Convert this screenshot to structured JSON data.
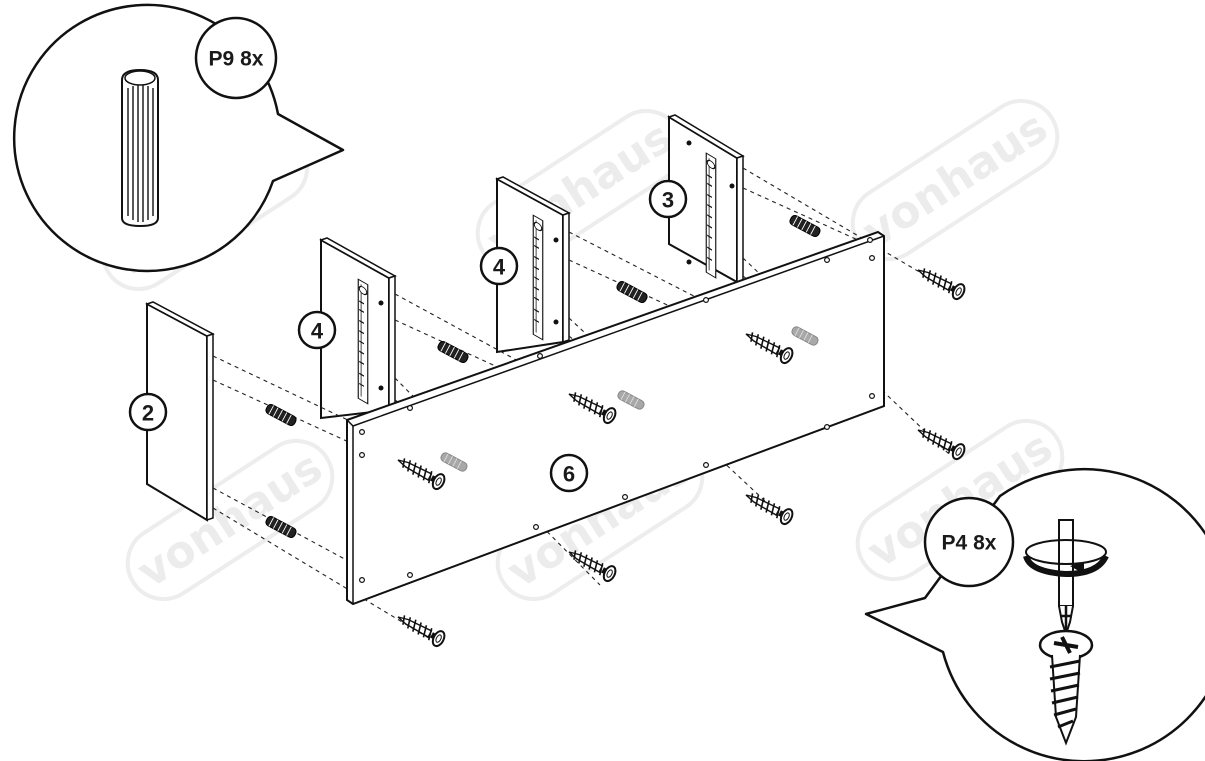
{
  "watermark": "vonhaus",
  "parts": {
    "p2": "2",
    "p3": "3",
    "p4a": "4",
    "p4b": "4",
    "p6": "6"
  },
  "callouts": {
    "dowel": "P9 8x",
    "screw": "P4 8x"
  },
  "icons": {
    "dowel": "dowel-icon",
    "screw": "screw-icon",
    "screwdriver": "screwdriver-icon",
    "rotation": "rotate-clockwise-icon"
  }
}
